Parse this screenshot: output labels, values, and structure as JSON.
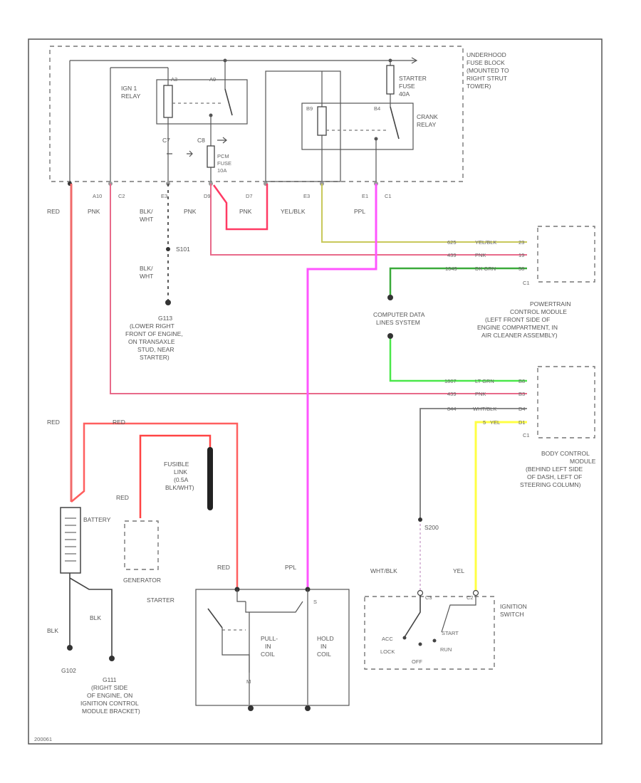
{
  "fuse_block": {
    "title_lines": [
      "UNDERHOOD",
      "FUSE BLOCK",
      "(MOUNTED TO",
      "RIGHT STRUT",
      "TOWER)"
    ],
    "ign_relay": [
      "IGN 1",
      "RELAY"
    ],
    "starter_fuse": [
      "STARTER",
      "FUSE",
      "40A"
    ],
    "crank_relay": [
      "CRANK",
      "RELAY"
    ],
    "pcm_fuse": [
      "PCM",
      "FUSE",
      "10A"
    ],
    "conn_c7": "C7",
    "conn_c8": "C8",
    "conn_c2": "C2",
    "conn_c1": "C1",
    "pins": [
      "A10",
      "E3",
      "D9",
      "D7",
      "E3",
      "E1"
    ],
    "pins_top": [
      "A3",
      "A9",
      "B9",
      "B4"
    ]
  },
  "wires": {
    "red": "RED",
    "pnk": "PNK",
    "blk_wht": [
      "BLK/",
      "WHT"
    ],
    "yel_blk": "YEL/BLK",
    "ppl": "PPL",
    "blk": "BLK",
    "wht_blk": "WHT/BLK",
    "yel": "YEL"
  },
  "splice_s101": "S101",
  "splice_s200": "S200",
  "ground_g113": [
    "G113",
    "(LOWER RIGHT",
    "FRONT OF ENGINE,",
    "ON TRANSAXLE",
    "STUD, NEAR",
    "STARTER)"
  ],
  "ground_g102": "G102",
  "ground_g111": [
    "G111",
    "(RIGHT SIDE",
    "OF ENGINE, ON",
    "IGNITION CONTROL",
    "MODULE BRACKET)"
  ],
  "pcm": {
    "label": [
      "POWERTRAIN",
      "CONTROL MODULE",
      "(LEFT FRONT SIDE OF",
      "ENGINE COMPARTMENT, IN",
      "AIR CLEANER ASSEMBLY)"
    ],
    "wires": [
      "YEL/BLK",
      "PNK",
      "DK GRN"
    ],
    "circuits": [
      "625",
      "439",
      "1049"
    ],
    "pins": [
      "23",
      "19",
      "58"
    ],
    "conn": "C1"
  },
  "data_lines": [
    "COMPUTER DATA",
    "LINES SYSTEM"
  ],
  "bcm": {
    "label": [
      "BODY CONTROL",
      "MODULE",
      "(BEHIND LEFT SIDE",
      "OF DASH, LEFT OF",
      "STEERING COLUMN)"
    ],
    "wires": [
      "LT GRN",
      "PNK",
      "WHT/BLK",
      "YEL"
    ],
    "circuits": [
      "1807",
      "439",
      "844",
      "5"
    ],
    "pins": [
      "B8",
      "B3",
      "D4",
      "D1"
    ],
    "conn": "C1"
  },
  "fusible_link": [
    "FUSIBLE",
    "LINK",
    "(0.5A",
    "BLK/WHT)"
  ],
  "battery": "BATTERY",
  "generator": "GENERATOR",
  "starter": {
    "label": "STARTER",
    "pull_in": [
      "PULL-",
      "IN",
      "COIL"
    ],
    "hold_in": [
      "HOLD",
      "IN",
      "COIL"
    ],
    "s_term": "S",
    "m_term": "M"
  },
  "ignition_switch": {
    "label": [
      "IGNITION",
      "SWITCH"
    ],
    "positions": [
      "ACC",
      "LOCK",
      "OFF",
      "RUN",
      "START"
    ],
    "pins": [
      "C3",
      "C2"
    ]
  },
  "ref_code": "200061"
}
